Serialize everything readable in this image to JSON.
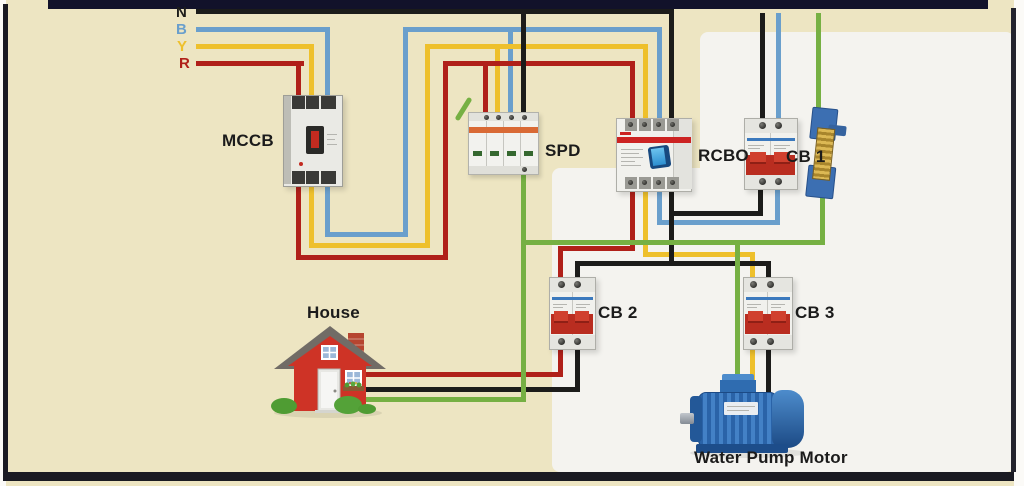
{
  "labels": {
    "n": "N",
    "b": "B",
    "y": "Y",
    "r": "R",
    "mccb": "MCCB",
    "spd": "SPD",
    "rcbo": "RCBO",
    "cb1": "CB 1",
    "cb2": "CB 2",
    "cb3": "CB 3",
    "house": "House",
    "motor": "Water Pump Motor"
  },
  "supply_lines": [
    {
      "id": "n",
      "label": "N",
      "color": "#1c1c1a"
    },
    {
      "id": "b",
      "label": "B",
      "color": "#6a9fcc"
    },
    {
      "id": "y",
      "label": "Y",
      "color": "#eec02c"
    },
    {
      "id": "r",
      "label": "R",
      "color": "#b02019"
    }
  ],
  "components": [
    {
      "id": "mccb",
      "label": "MCCB"
    },
    {
      "id": "spd",
      "label": "SPD"
    },
    {
      "id": "rcbo",
      "label": "RCBO"
    },
    {
      "id": "cb1",
      "label": "CB 1"
    },
    {
      "id": "cb2",
      "label": "CB 2"
    },
    {
      "id": "cb3",
      "label": "CB 3"
    },
    {
      "id": "house",
      "label": "House"
    },
    {
      "id": "motor",
      "label": "Water Pump Motor"
    }
  ],
  "wire_colors": {
    "neutral": "#1c1c1a",
    "phase_b": "#6a9fcc",
    "phase_y": "#eec02c",
    "phase_r": "#b02019",
    "earth": "#76b043"
  },
  "ui_colors": {
    "canvas_beige": "#ede5c2",
    "photo_patch_white": "#f4f3ef",
    "frame_dark": "#15152b",
    "breaker_toggle_red": "#c23324",
    "rcbo_stripe_red": "#cc2322",
    "rcbo_toggle_blue": "#35a0dc",
    "spd_stripe_orange": "#d96a35",
    "house_red": "#ce3326",
    "motor_blue": "#2e6cb2",
    "earth_bar_brass": "#c9a13b",
    "din_mount_blue": "#3c6fb2"
  }
}
